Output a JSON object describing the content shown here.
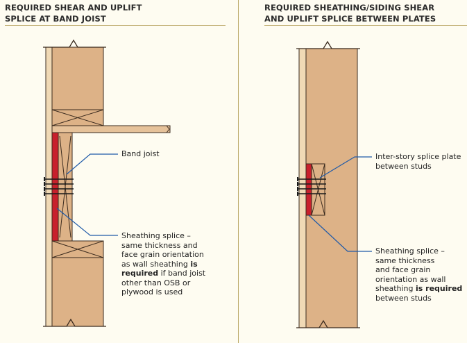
{
  "left_panel": {
    "title_line1": "REQUIRED SHEAR AND UPLIFT",
    "title_line2": "SPLICE AT BAND JOIST",
    "callout_band": "Band joist",
    "callout_splice": {
      "l1": "Sheathing splice –",
      "l2": "same thickness and",
      "l3": "face grain orientation",
      "l4a": "as wall sheathing ",
      "l4b": "is",
      "l5a": "required",
      "l5b": " if band joist",
      "l6": "other than OSB or",
      "l7": "plywood is used"
    }
  },
  "right_panel": {
    "title_line1": "REQUIRED SHEATHING/SIDING SHEAR",
    "title_line2": "AND UPLIFT SPLICE BETWEEN PLATES",
    "callout_plate": {
      "l1": "Inter-story splice plate",
      "l2": "between studs"
    },
    "callout_splice": {
      "l1": "Sheathing splice –",
      "l2": "same thickness",
      "l3": "and face grain",
      "l4": "orientation as wall",
      "l5a": "sheathing ",
      "l5b": "is required",
      "l6": "between studs"
    }
  },
  "colors": {
    "wood": "#ddb287",
    "wood_light": "#e6c29a",
    "sheathing": "#f0d9b5",
    "splice_red": "#c8202c",
    "outline": "#3a2a1e",
    "leader": "#1f5aa8",
    "rule": "#b9a664"
  }
}
